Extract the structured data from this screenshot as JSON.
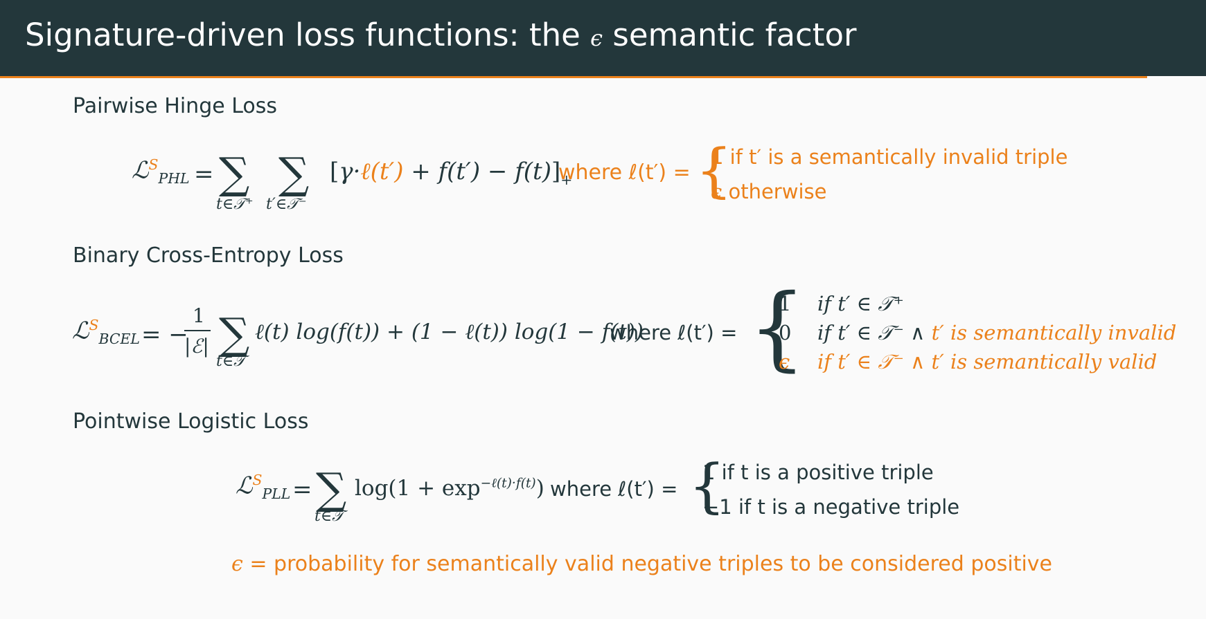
{
  "slide": {
    "title_pre": "Signature-driven loss functions: the ",
    "title_eps": "ϵ",
    "title_post": " semantic factor"
  },
  "sections": {
    "phl": {
      "heading": "Pairwise Hinge Loss",
      "lhs_symbol": "ℒ",
      "lhs_sup": "S",
      "lhs_sub": "PHL",
      "eq": "=",
      "sum1_under": "t∈𝒯⁺",
      "sum2_under": "t′∈𝒯⁻",
      "bracket_open": "[",
      "gamma": "γ·",
      "ell_tprime": "ℓ(t′)",
      "rest": " + f(t′) − f(t)",
      "bracket_close": "]",
      "plus_sub": "+",
      "where": "where ℓ(t′) =",
      "case1": "1 if t′ is a semantically invalid triple",
      "case2_eps": "ϵ",
      "case2": " otherwise"
    },
    "bcel": {
      "heading": "Binary Cross-Entropy Loss",
      "lhs_symbol": "ℒ",
      "lhs_sup": "S",
      "lhs_sub": "BCEL",
      "eq": "= −",
      "frac_num": "1",
      "frac_den": "|ℰ|",
      "sum_under": "t∈𝒯",
      "body": "ℓ(t) log(f(t)) + (1 − ℓ(t)) log(1 − f(t))",
      "where": "where ℓ(t′) =",
      "rows": [
        {
          "value": "1",
          "cond": "if t′ ∈ 𝒯⁺",
          "extra": ""
        },
        {
          "value": "0",
          "cond": "if t′ ∈ 𝒯⁻ ∧ ",
          "extra": "t′ is semantically invalid"
        },
        {
          "value": "ϵ",
          "cond": "if t′ ∈ 𝒯⁻ ∧  t′ is semantically valid",
          "extra": ""
        }
      ]
    },
    "pll": {
      "heading": "Pointwise Logistic Loss",
      "lhs_symbol": "ℒ",
      "lhs_sup": "S",
      "lhs_sub": "PLL",
      "eq": "=",
      "sum_under": "t∈𝒯",
      "body_pre": "log(1 + exp",
      "body_sup": "−ℓ(t)·f(t)",
      "body_post": ")",
      "where": "where ℓ(t′) =",
      "case1": "1 if t is a positive triple",
      "case2": "−1 if t is a negative triple"
    }
  },
  "footnote": {
    "eps": "ϵ",
    "text": " = probability for semantically valid negative triples to be considered positive"
  },
  "colors": {
    "title_bg": "#23373b",
    "accent": "#eb811b",
    "background": "#fafafa",
    "text": "#23373b"
  }
}
